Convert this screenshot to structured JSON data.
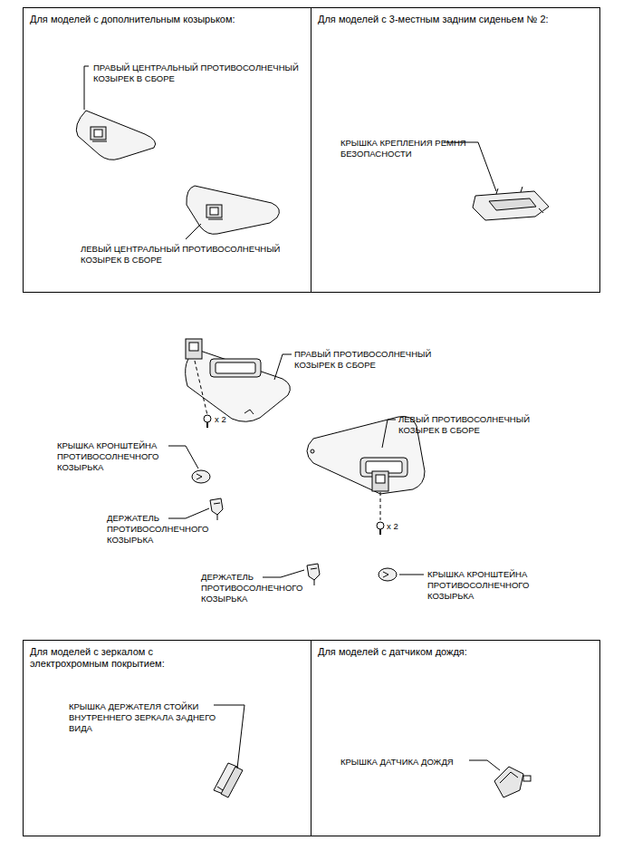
{
  "diagram": {
    "nodes": [
      {
        "text": [
          "Для моделей с дополнительным козырьком:",
          "ПРАВЫЙ ЦЕНТРАЛЬНЫЙ ПРОТИВОСОЛНЕЧНЫЙ КОЗЫРЕК В СБОРЕ",
          "ЛЕВЫЙ ЦЕНТРАЛЬНЫЙ ПРОТИВОСОЛНЕЧНЫЙ КОЗЫРЕК В СБОРЕ"
        ]
      },
      {
        "text": [
          "Для моделей с 3-местным задним сиденьем № 2:",
          "КРЫШКА КРЕПЛЕНИЯ РЕМНЯ БЕЗОПАСНОСТИ"
        ]
      },
      {
        "text": [
          "Для моделей с зеркалом с электрохромным покрытием:",
          "КРЫШКА ДЕРЖАТЕЛЯ СТОЙКИ ВНУТРЕННЕГО ЗЕРКАЛА ЗАДНЕГО ВИДА"
        ]
      },
      {
        "text": [
          "Для моделей с датчиком дождя:",
          "КРЫШКА ДАТЧИКА ДОЖДЯ"
        ]
      }
    ],
    "labels": [
      "ПРАВЫЙ ПРОТИВОСОЛНЕЧНЫЙ КОЗЫРЕК В СБОРЕ",
      "x 2",
      "КРЫШКА КРОНШТЕЙНА ПРОТИВОСОЛНЕЧНОГО КОЗЫРЬКА",
      "ДЕРЖАТЕЛЬ ПРОТИВОСОЛНЕЧНОГО КОЗЫРЬКА",
      "ЛЕВЫЙ ПРОТИВОСОЛНЕЧНЫЙ КОЗЫРЕК В СБОРЕ",
      "x 2",
      "ДЕРЖАТЕЛЬ ПРОТИВОСОЛНЕЧНОГО КОЗЫРЬКА",
      "КРЫШКА КРОНШТЕЙНА ПРОТИВОСОЛНЕЧНОГО КОЗЫРЬКА"
    ]
  }
}
